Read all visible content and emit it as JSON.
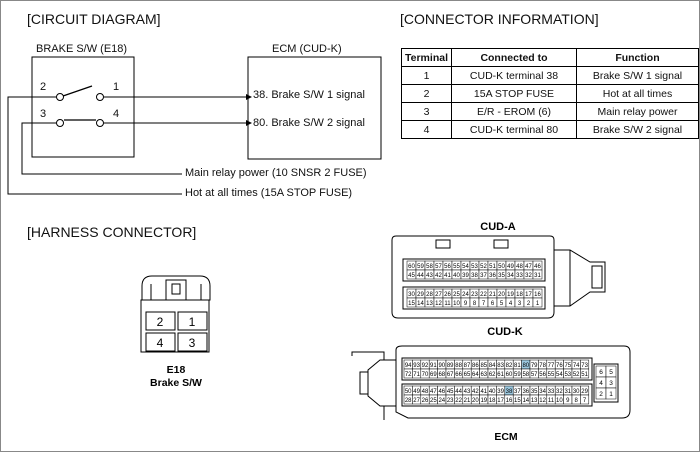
{
  "circuit": {
    "heading": "[CIRCUIT DIAGRAM]",
    "switch_label": "BRAKE S/W (E18)",
    "ecm_label": "ECM (CUD-K)",
    "pins": [
      "2",
      "1",
      "3",
      "4"
    ],
    "sig1": "38. Brake S/W 1 signal",
    "sig2": "80. Brake S/W 2 signal",
    "main_relay": "Main relay power (10 SNSR 2 FUSE)",
    "hot": "Hot at all times (15A STOP FUSE)"
  },
  "connector_info": {
    "heading": "[CONNECTOR INFORMATION]",
    "headers": [
      "Terminal",
      "Connected to",
      "Function"
    ],
    "rows": [
      [
        "1",
        "CUD-K terminal 38",
        "Brake S/W 1 signal"
      ],
      [
        "2",
        "15A STOP FUSE",
        "Hot at all times"
      ],
      [
        "3",
        "E/R - EROM (6)",
        "Main relay power"
      ],
      [
        "4",
        "CUD-K terminal 80",
        "Brake S/W 2 signal"
      ]
    ]
  },
  "harness": {
    "heading": "[HARNESS CONNECTOR]",
    "e18_pins": [
      "2",
      "1",
      "4",
      "3"
    ],
    "e18_name": "E18",
    "e18_desc": "Brake S/W",
    "cud_a": "CUD-A",
    "cud_k": "CUD-K",
    "ecm": "ECM",
    "cud_a_row1": [
      "60",
      "59",
      "58",
      "57",
      "56",
      "55",
      "54",
      "53",
      "52",
      "51",
      "50",
      "49",
      "48",
      "47",
      "46"
    ],
    "cud_a_row2": [
      "45",
      "44",
      "43",
      "42",
      "41",
      "40",
      "39",
      "38",
      "37",
      "36",
      "35",
      "34",
      "33",
      "32",
      "31"
    ],
    "cud_a_row3": [
      "30",
      "29",
      "28",
      "27",
      "26",
      "25",
      "24",
      "23",
      "22",
      "21",
      "20",
      "19",
      "18",
      "17",
      "16"
    ],
    "cud_a_row4": [
      "15",
      "14",
      "13",
      "12",
      "11",
      "10",
      "9",
      "8",
      "7",
      "6",
      "5",
      "4",
      "3",
      "2",
      "1"
    ],
    "cud_k_row1": [
      "94",
      "93",
      "92",
      "91",
      "90",
      "89",
      "88",
      "87",
      "86",
      "85",
      "84",
      "83",
      "82",
      "81",
      "80",
      "79",
      "78",
      "77",
      "76",
      "75",
      "74",
      "73"
    ],
    "cud_k_row2": [
      "72",
      "71",
      "70",
      "69",
      "68",
      "67",
      "66",
      "65",
      "64",
      "63",
      "62",
      "61",
      "60",
      "59",
      "58",
      "57",
      "56",
      "55",
      "54",
      "53",
      "52",
      "51"
    ],
    "cud_k_row3": [
      "50",
      "49",
      "48",
      "47",
      "46",
      "45",
      "44",
      "43",
      "42",
      "41",
      "40",
      "39",
      "38",
      "37",
      "36",
      "35",
      "34",
      "33",
      "32",
      "31",
      "30",
      "29"
    ],
    "cud_k_row4": [
      "28",
      "27",
      "26",
      "25",
      "24",
      "23",
      "22",
      "21",
      "20",
      "19",
      "18",
      "17",
      "16",
      "15",
      "14",
      "13",
      "12",
      "11",
      "10",
      "9",
      "8",
      "7"
    ],
    "cud_k_side": [
      "6",
      "5",
      "4",
      "3",
      "2",
      "1"
    ]
  }
}
